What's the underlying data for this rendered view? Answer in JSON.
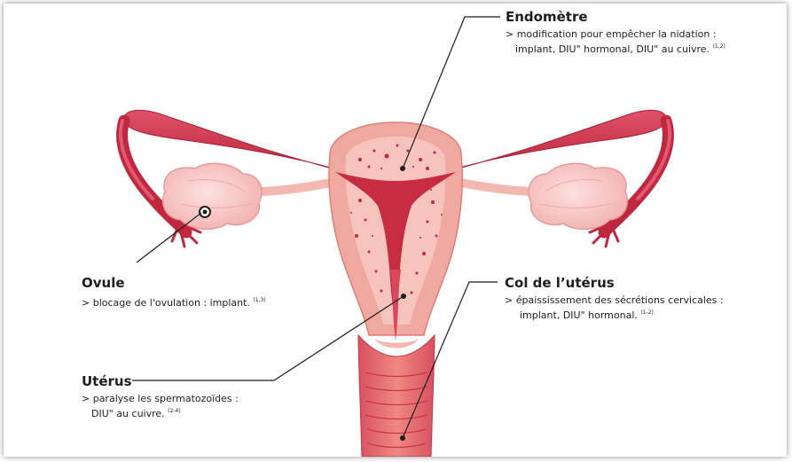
{
  "labels": {
    "endometre": {
      "title": "Endomètre",
      "line1": "> modification pour empêcher la nidation :",
      "line2": "implant, DIU\" hormonal, DIU\" au cuivre.",
      "ref": "(1,2)"
    },
    "ovule": {
      "title": "Ovule",
      "line1": ">  blocage de l'ovulation : implant.",
      "ref": "(1,3)"
    },
    "col": {
      "title": "Col de l’utérus",
      "line1": ">  épaississement des sécrétions cervicales :",
      "line2": "implant, DIU\" hormonal.",
      "ref": "(1-2)"
    },
    "uterus": {
      "title": "Utérus",
      "line1": "> paralyse les spermatozoïdes :",
      "line2": "DIU\" au cuivre.",
      "ref": "(2-4)"
    }
  },
  "colors": {
    "tube_dark": "#b8243a",
    "tube_light": "#e0526a",
    "ovary": "#f6c3c3",
    "ovary_edge": "#e89a9a",
    "wall": "#f0a9a0",
    "wall_dark": "#e07e78",
    "endometrium": "#e15b60",
    "cavity": "#c82c43",
    "vagina": "#e46b6b",
    "leader": "#1e1e1e"
  }
}
